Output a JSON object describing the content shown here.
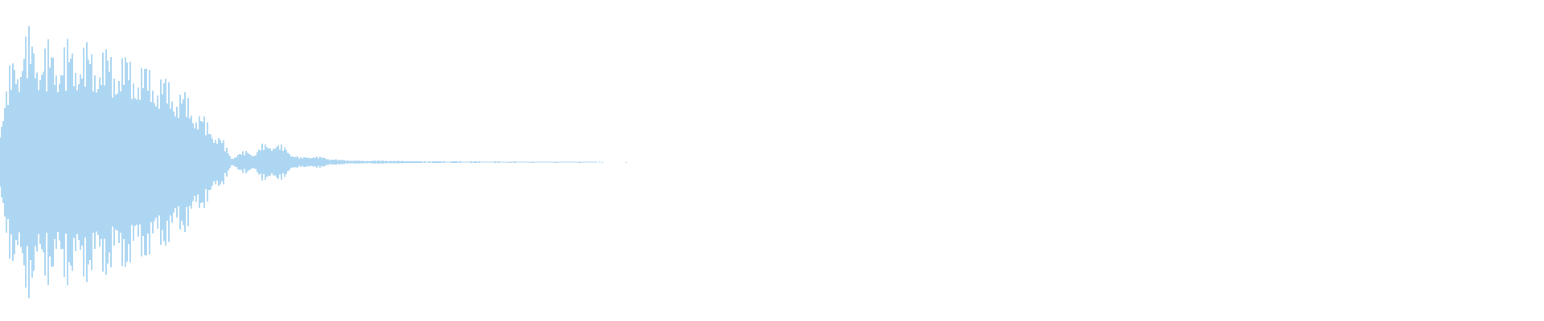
{
  "colors": {
    "background": "#ffffff",
    "waveform": "#5aace5"
  },
  "chart_data": {
    "type": "area",
    "title": "",
    "xlabel": "",
    "ylabel": "",
    "grid": false,
    "legend": "none",
    "xlim": [
      0,
      1
    ],
    "ylim": [
      -1,
      1
    ],
    "series": [
      {
        "values": {
          "x": [
            0.0,
            0.008,
            0.016,
            0.03,
            0.05,
            0.08,
            0.1,
            0.12,
            0.132,
            0.145,
            0.15,
            0.155,
            0.16,
            0.165,
            0.17,
            0.178,
            0.185,
            0.19,
            0.195,
            0.2,
            0.205,
            0.21,
            0.22,
            0.235,
            0.25,
            0.26,
            0.27,
            0.3,
            0.33,
            0.36,
            0.385,
            0.4,
            0.41
          ],
          "y": [
            0.28,
            0.7,
            0.88,
            0.78,
            0.8,
            0.72,
            0.62,
            0.46,
            0.3,
            0.14,
            0.03,
            0.06,
            0.08,
            0.06,
            0.12,
            0.13,
            0.1,
            0.05,
            0.03,
            0.04,
            0.04,
            0.03,
            0.015,
            0.01,
            0.01,
            0.008,
            0.006,
            0.005,
            0.004,
            0.003,
            0.002,
            0.001,
            0.0
          ]
        }
      }
    ]
  }
}
